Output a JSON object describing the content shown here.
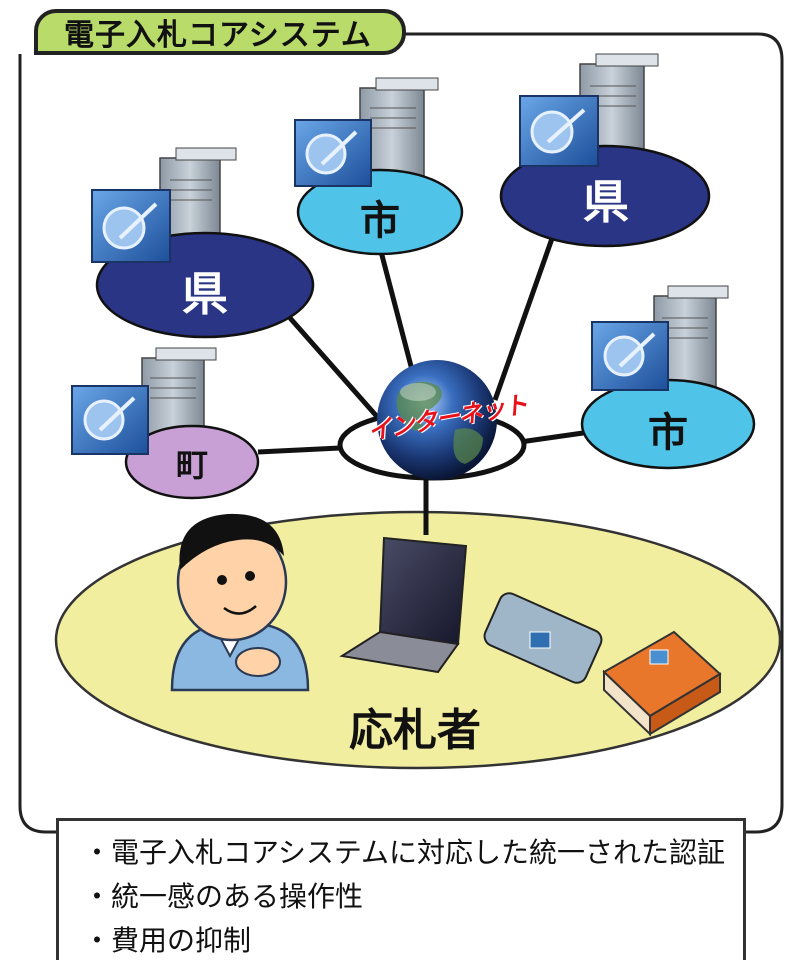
{
  "title": "電子入札コアシステム",
  "nodes": [
    {
      "id": "pref-left",
      "label": "県",
      "fill": "#2b3585"
    },
    {
      "id": "city-top",
      "label": "市",
      "fill": "#4fc3e8"
    },
    {
      "id": "pref-right",
      "label": "県",
      "fill": "#2b3585"
    },
    {
      "id": "town",
      "label": "町",
      "fill": "#c8a0d6"
    },
    {
      "id": "city-right",
      "label": "市",
      "fill": "#4fc3e8"
    }
  ],
  "internet_label": "インターネット",
  "bidder_label": "応札者",
  "notes": [
    "・電子入札コアシステムに対応した統一された認証",
    "・統一感のある操作性",
    "・費用の抑制"
  ],
  "colors": {
    "title_tab": "#b9db6a",
    "bidder_area": "#f2eea0",
    "internet_text": "#e8101a"
  }
}
